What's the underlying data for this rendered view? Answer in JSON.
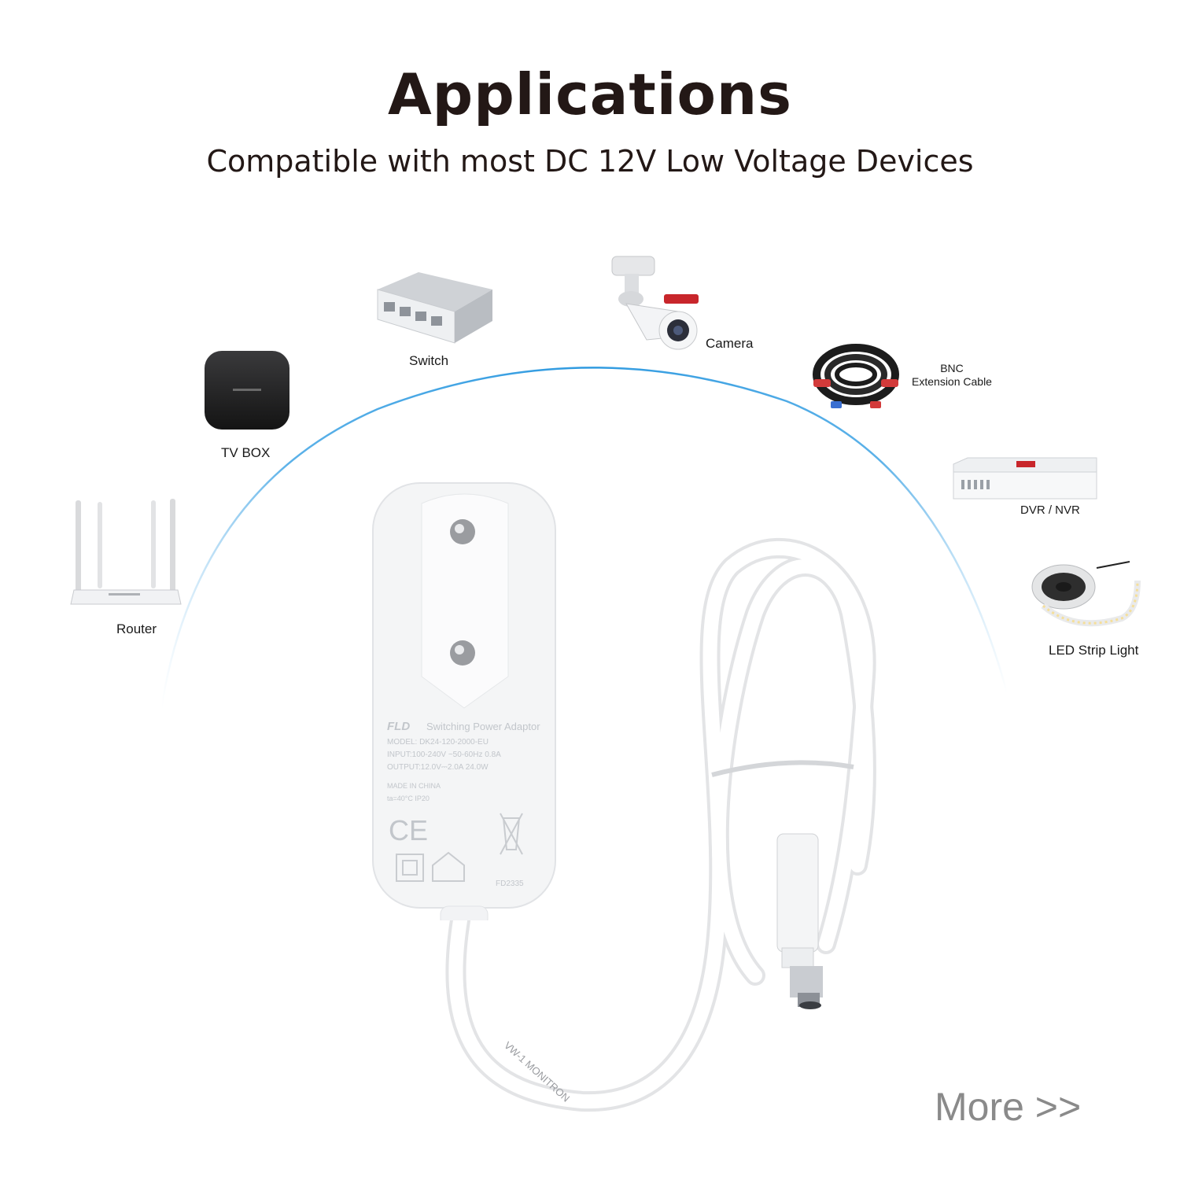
{
  "header": {
    "title": "Applications",
    "subtitle": "Compatible with most DC 12V Low Voltage Devices"
  },
  "devices": {
    "router": "Router",
    "tv_box": "TV BOX",
    "switch": "Switch",
    "camera": "Camera",
    "bnc_line1": "BNC",
    "bnc_line2": "Extension Cable",
    "dvr": "DVR / NVR",
    "led": "LED Strip Light"
  },
  "adapter": {
    "brand": "FLD",
    "name": "Switching Power Adaptor",
    "model": "MODEL: DK24-120-2000-EU",
    "input": "INPUT:100-240V ~50-60Hz 0.8A",
    "output": "OUTPUT:12.0V⎓2.0A 24.0W",
    "made_in": "MADE IN CHINA",
    "rating": "ta=40°C  IP20",
    "code": "FD2335",
    "cable_text": "VW-1 MONITRON"
  },
  "more": "More >>",
  "colors": {
    "arc": "#4aa9e6",
    "title": "#231816",
    "more": "#8a8a8a"
  }
}
